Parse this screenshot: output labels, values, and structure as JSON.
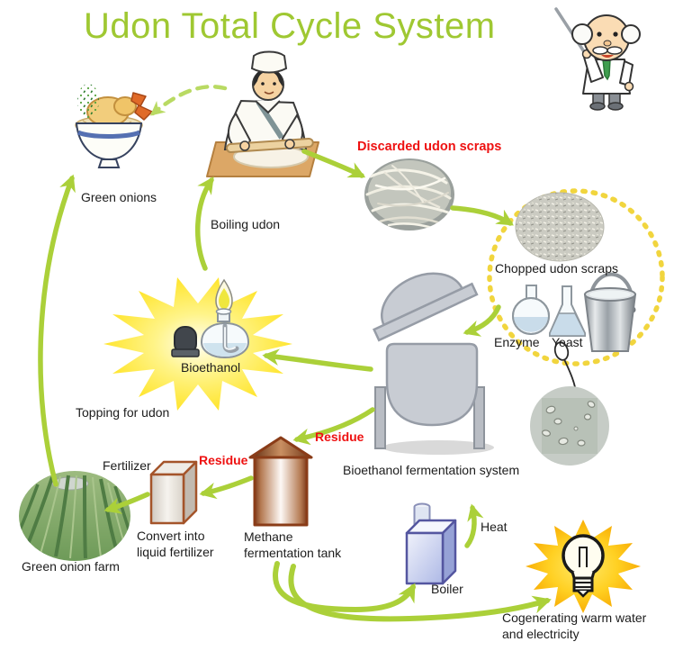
{
  "title": "Udon Total Cycle System",
  "colors": {
    "title_green": "#9fc832",
    "arrow_green": "#abd039",
    "alert_red": "#ee1111",
    "burst_yellow": "#ffe52e",
    "burst_gold": "#f8ae06",
    "tank_brown": "#7e3c1c",
    "boiler_blue": "#5456a0",
    "dashed_circle_yellow": "#f1d53e"
  },
  "labels": {
    "green_onions": "Green onions",
    "boiling_udon": "Boiling udon",
    "discarded_scraps": "Discarded udon scraps",
    "chopped_scraps": "Chopped udon scraps",
    "enzyme": "Enzyme",
    "yeast": "Yeast",
    "bioethanol": "Bioethanol",
    "topping": "Topping for udon",
    "fermentation_system": "Bioethanol fermentation system",
    "residue_to_methane": "Residue",
    "residue_to_fertilizer": "Residue",
    "methane_tank": "Methane fermentation tank",
    "fertilizer": "Fertilizer",
    "convert_fertilizer": "Convert into liquid fertilizer",
    "farm": "Green onion farm",
    "boiler": "Boiler",
    "heat": "Heat",
    "cogeneration": "Cogenerating warm water and electricity"
  },
  "icons": [
    "scientist-illustration",
    "chef-illustration",
    "udon-bowl-icon",
    "green-onion-sprinkle-icon",
    "noodle-scraps-photo",
    "chopped-scraps-photo",
    "enzyme-flask-icon",
    "yeast-flask-icon",
    "water-bucket-icon",
    "yeast-microscope-photo",
    "fermentation-vessel-icon",
    "alcohol-lamp-icon",
    "bioethanol-starburst",
    "methane-tank-icon",
    "fertilizer-box-icon",
    "farm-photo",
    "boiler-icon",
    "lightbulb-starburst",
    "cycle-arrows"
  ]
}
